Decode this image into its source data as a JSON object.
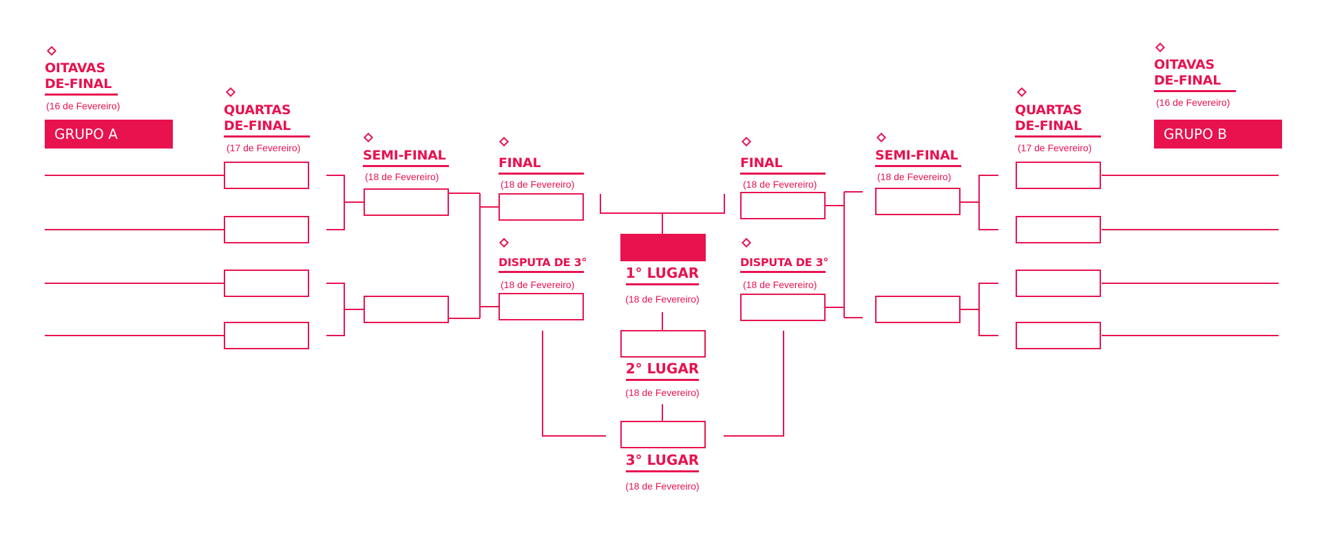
{
  "left": {
    "round_of_16": {
      "title_lines": [
        "OITAVAS",
        "DE-FINAL"
      ],
      "date": "(16 de Fevereiro)",
      "group": "GRUPO A"
    },
    "quarterfinal": {
      "title_lines": [
        "QUARTAS",
        "DE-FINAL"
      ],
      "date": "(17 de Fevereiro)"
    },
    "semifinal": {
      "title": "SEMI-FINAL",
      "date": "(18 de Fevereiro)"
    },
    "final": {
      "title": "FINAL",
      "date": "(18 de Fevereiro)"
    },
    "third_place": {
      "title": "DISPUTA DE 3°",
      "date": "(18 de Fevereiro)"
    }
  },
  "right": {
    "round_of_16": {
      "title_lines": [
        "OITAVAS",
        "DE-FINAL"
      ],
      "date": "(16 de Fevereiro)",
      "group": "GRUPO B"
    },
    "quarterfinal": {
      "title_lines": [
        "QUARTAS",
        "DE-FINAL"
      ],
      "date": "(17 de Fevereiro)"
    },
    "semifinal": {
      "title": "SEMI-FINAL",
      "date": "(18 de Fevereiro)"
    },
    "final": {
      "title": "FINAL",
      "date": "(18 de Fevereiro)"
    },
    "third_place": {
      "title": "DISPUTA DE 3°",
      "date": "(18 de Fevereiro)"
    }
  },
  "podium": {
    "first": {
      "label": "1° LUGAR",
      "date": "(18 de Fevereiro)"
    },
    "second": {
      "label": "2° LUGAR",
      "date": "(18 de Fevereiro)"
    },
    "third": {
      "label": "3° LUGAR",
      "date": "(18 de Fevereiro)"
    }
  },
  "colors": {
    "accent": "#e8124f",
    "background": "#ffffff"
  },
  "icons": {
    "stage_marker": "diamond-icon"
  }
}
